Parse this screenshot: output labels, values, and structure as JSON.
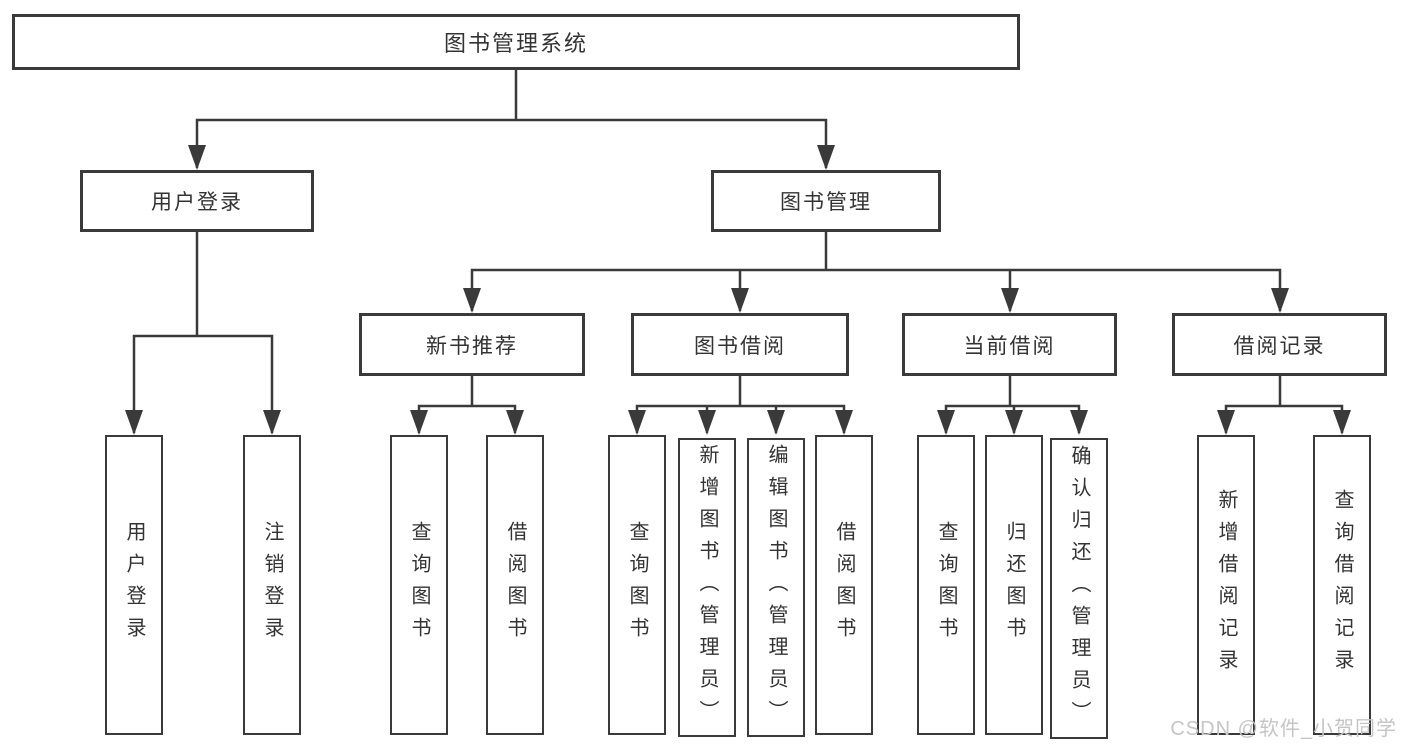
{
  "watermark": "CSDN @软件_小贺同学",
  "colors": {
    "line": "#3a3a3a",
    "text": "#333333",
    "background": "#ffffff",
    "watermark": "#c5c5c5"
  },
  "nodes": {
    "root": {
      "label": "图书管理系统"
    },
    "user_login": {
      "label": "用户登录",
      "leaves": [
        "用户登录",
        "注销登录"
      ]
    },
    "book_management": {
      "label": "图书管理",
      "groups": [
        {
          "label": "新书推荐",
          "leaves": [
            "查询图书",
            "借阅图书"
          ]
        },
        {
          "label": "图书借阅",
          "leaves": [
            "查询图书",
            "新增图书（管理员）",
            "编辑图书（管理员）",
            "借阅图书"
          ]
        },
        {
          "label": "当前借阅",
          "leaves": [
            "查询图书",
            "归还图书",
            "确认归还（管理员）"
          ]
        },
        {
          "label": "借阅记录",
          "leaves": [
            "新增借阅记录",
            "查询借阅记录"
          ]
        }
      ]
    }
  }
}
